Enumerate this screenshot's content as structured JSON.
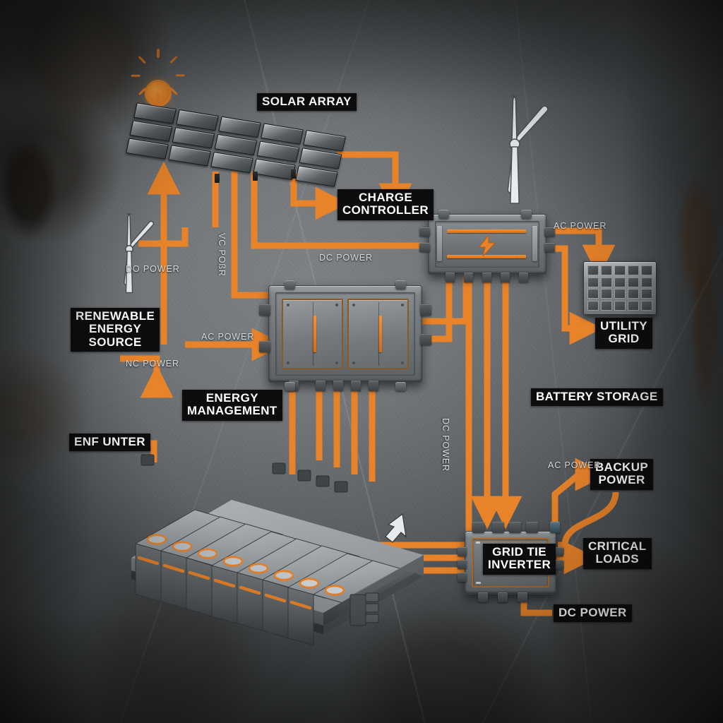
{
  "meta": {
    "title": "Renewable Energy System Diagram",
    "accent_color": "#E8832A",
    "label_bg_color": "#0D0D0D",
    "label_text_color": "#FFFFFF",
    "cable_label_color": "#D8DCDE",
    "background_color": "#6A6E70"
  },
  "nodes": {
    "solar_array": {
      "label": "SOLAR ARRAY",
      "icon": "solar-panel-icon",
      "columns": 5,
      "rows": 3
    },
    "charge_controller": {
      "label": "CHARGE\nCONTROLLER",
      "icon": "lightning-bolt-icon"
    },
    "energy_management": {
      "label": "ENERGY\nMANAGEMENT",
      "icon": "enclosure-icon"
    },
    "renewable_source": {
      "label": "RENEWABLE\nENERGY\nSOURCE",
      "icon": "wind-turbine-icon"
    },
    "enf_unter": {
      "label": "ENF UNTER"
    },
    "battery_storage": {
      "label": "BATTERY STORAGE",
      "icon": "battery-bank-icon",
      "cells": 8
    },
    "utility_grid": {
      "label": "UTILITY\nGRID",
      "icon": "grid-panel-icon",
      "cells_across": 5,
      "cells_down": 4
    },
    "grid_tie_inverter": {
      "label": "GRID TIE\nINVERTER",
      "icon": "inverter-icon"
    },
    "backup_power": {
      "label": "BACKUP\nPOWER"
    },
    "critical_loads": {
      "label": "CRITICAL\nLOADS"
    },
    "dc_power_out": {
      "label": "DC POWER"
    }
  },
  "cable_labels": {
    "turbine_dc": "DO POWER",
    "solar_vertical": "VC POßR",
    "controller_dc": "DC POWER",
    "ems_ac": "AC POWER",
    "source_nc": "NC POWER",
    "grid_ac": "AC POWER",
    "battery_dc_vertical": "DC POWER",
    "backup_ac": "AC POWER"
  },
  "flows": [
    {
      "from": "solar_array",
      "to": "charge_controller",
      "type": "DC POWER"
    },
    {
      "from": "solar_array",
      "to": "energy_management",
      "type": "DC POWER"
    },
    {
      "from": "renewable_source",
      "to": "energy_management",
      "type": "AC POWER"
    },
    {
      "from": "charge_controller",
      "to": "utility_grid",
      "type": "AC POWER"
    },
    {
      "from": "charge_controller",
      "to": "grid_tie_inverter",
      "type": "DC POWER"
    },
    {
      "from": "energy_management",
      "to": "battery_storage",
      "type": "DC POWER"
    },
    {
      "from": "battery_storage",
      "to": "grid_tie_inverter",
      "type": "DC POWER"
    },
    {
      "from": "grid_tie_inverter",
      "to": "backup_power",
      "type": "AC POWER"
    },
    {
      "from": "grid_tie_inverter",
      "to": "critical_loads",
      "type": "AC POWER"
    },
    {
      "from": "grid_tie_inverter",
      "to": "dc_power_out",
      "type": "DC POWER"
    }
  ]
}
